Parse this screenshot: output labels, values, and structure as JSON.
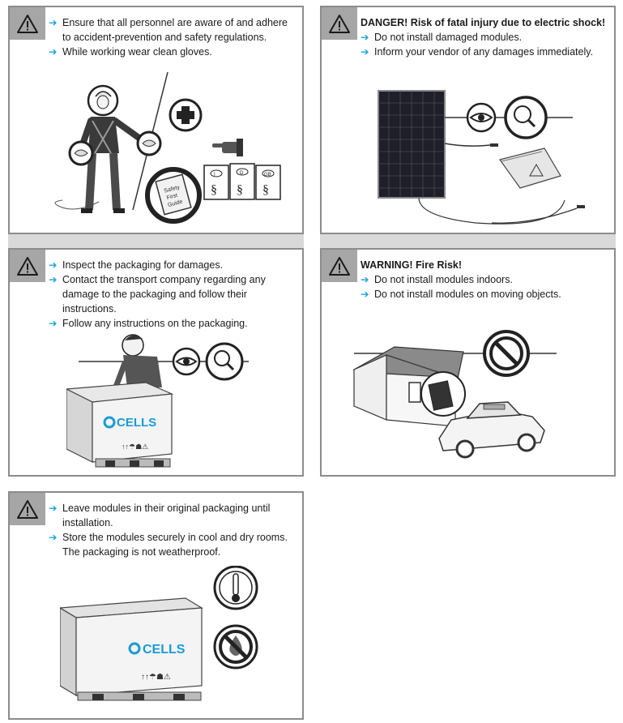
{
  "panels": {
    "p1": {
      "bullets": [
        "Ensure that all personnel are aware of and adhere to accident-prevention and safety regulations.",
        "While working wear clean gloves."
      ],
      "guide_lines": [
        "Safety",
        "First",
        "Guide"
      ],
      "booklet_labels": [
        "I",
        "D",
        "GB"
      ],
      "section_sign": "§"
    },
    "p2": {
      "heading": "DANGER! Risk of fatal injury due to electric shock!",
      "bullets": [
        "Do not install damaged modules.",
        "Inform your vendor of any damages immediately."
      ]
    },
    "p3": {
      "bullets": [
        "Inspect the packaging for damages.",
        "Contact the transport company regarding any damage to the packaging and follow their instructions.",
        "Follow any instructions on the packaging."
      ],
      "brand": "CELLS"
    },
    "p4": {
      "heading": "WARNING! Fire Risk!",
      "bullets": [
        "Do not install modules indoors.",
        "Do not install modules on moving objects."
      ]
    },
    "p5": {
      "bullets": [
        "Leave modules in their original packaging until installation.",
        "Store the modules securely in cool and dry rooms."
      ],
      "continuation": "The packaging is not weatherproof.",
      "brand": "CELLS"
    }
  },
  "icons": {
    "warning": "warning-triangle-icon",
    "bullet": "arrow-right-icon"
  },
  "colors": {
    "arrow": "#1aa3d9",
    "brand_blue": "#1a9bd7",
    "warn_box": "#a6a6a6",
    "separator": "#d9d9d9",
    "border": "#8c8c8c"
  }
}
